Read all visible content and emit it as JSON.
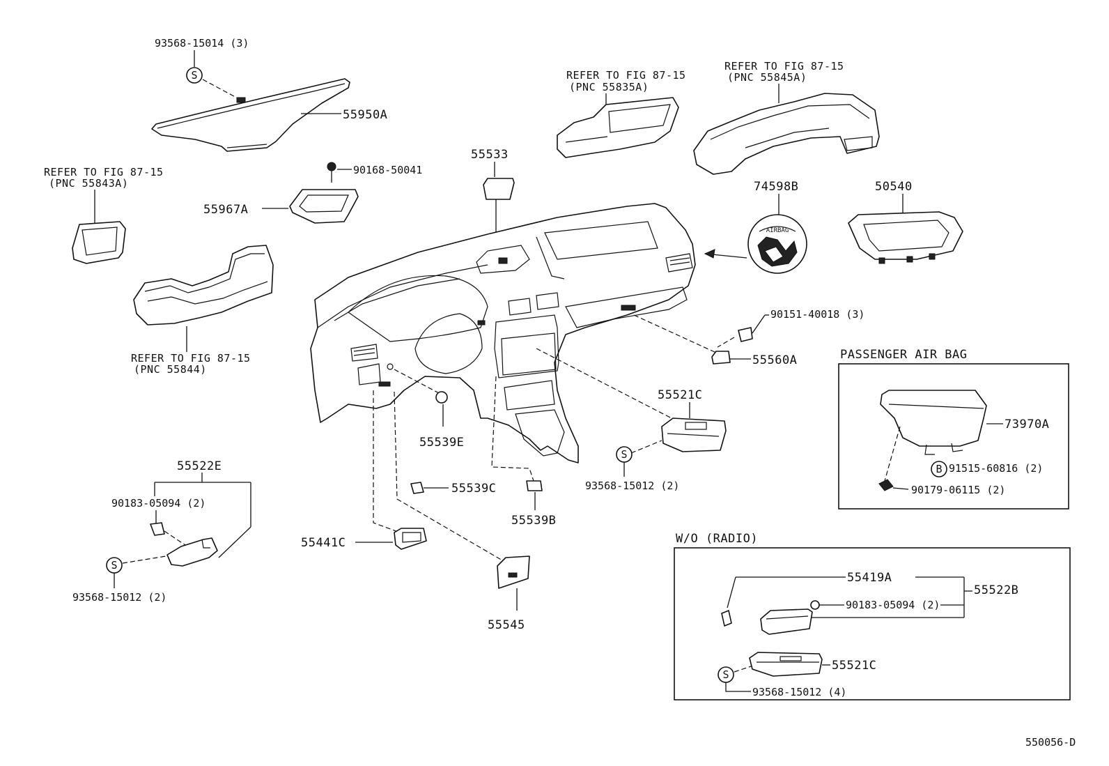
{
  "labels": {
    "p93568_15014": "93568-15014 (3)",
    "p55950A": "55950A",
    "p90168_50041": "90168-50041",
    "p55967A": "55967A",
    "p55533": "55533",
    "ref_55835A_line1": "REFER TO FIG 87-15",
    "ref_55835A_line2": "(PNC 55835A)",
    "ref_55845A_line1": "REFER TO FIG 87-15",
    "ref_55845A_line2": "(PNC 55845A)",
    "ref_55843A_line1": "REFER TO FIG 87-15",
    "ref_55843A_line2": "(PNC 55843A)",
    "ref_55844_line1": "REFER TO FIG 87-15",
    "ref_55844_line2": "(PNC 55844)",
    "p74598B": "74598B",
    "p50540": "50540",
    "p90151_40018": "90151-40018 (3)",
    "p55560A": "55560A",
    "p55521C_main": "55521C",
    "p93568_15012_main": "93568-15012 (2)",
    "p55539E": "55539E",
    "p55539C": "55539C",
    "p55539B": "55539B",
    "p55522E": "55522E",
    "p90183_05094_left": "90183-05094 (2)",
    "p93568_15012_left": "93568-15012 (2)",
    "p55441C": "55441C",
    "p55545": "55545",
    "airbag_emblem_text": "AIRBAG",
    "figure_code": "550056-D"
  },
  "passenger_air_bag": {
    "title": "PASSENGER AIR BAG",
    "p73970A": "73970A",
    "p91515_60816": "91515-60816 (2)",
    "p90179_06115": "90179-06115 (2)",
    "symbol_b": "B"
  },
  "wo_radio": {
    "title": "W/O (RADIO)",
    "p55419A": "55419A",
    "p55522B": "55522B",
    "p90183_05094": "90183-05094 (2)",
    "p55521C": "55521C",
    "p93568_15012": "93568-15012 (4)"
  },
  "symbols": {
    "screw_symbol": "S"
  }
}
